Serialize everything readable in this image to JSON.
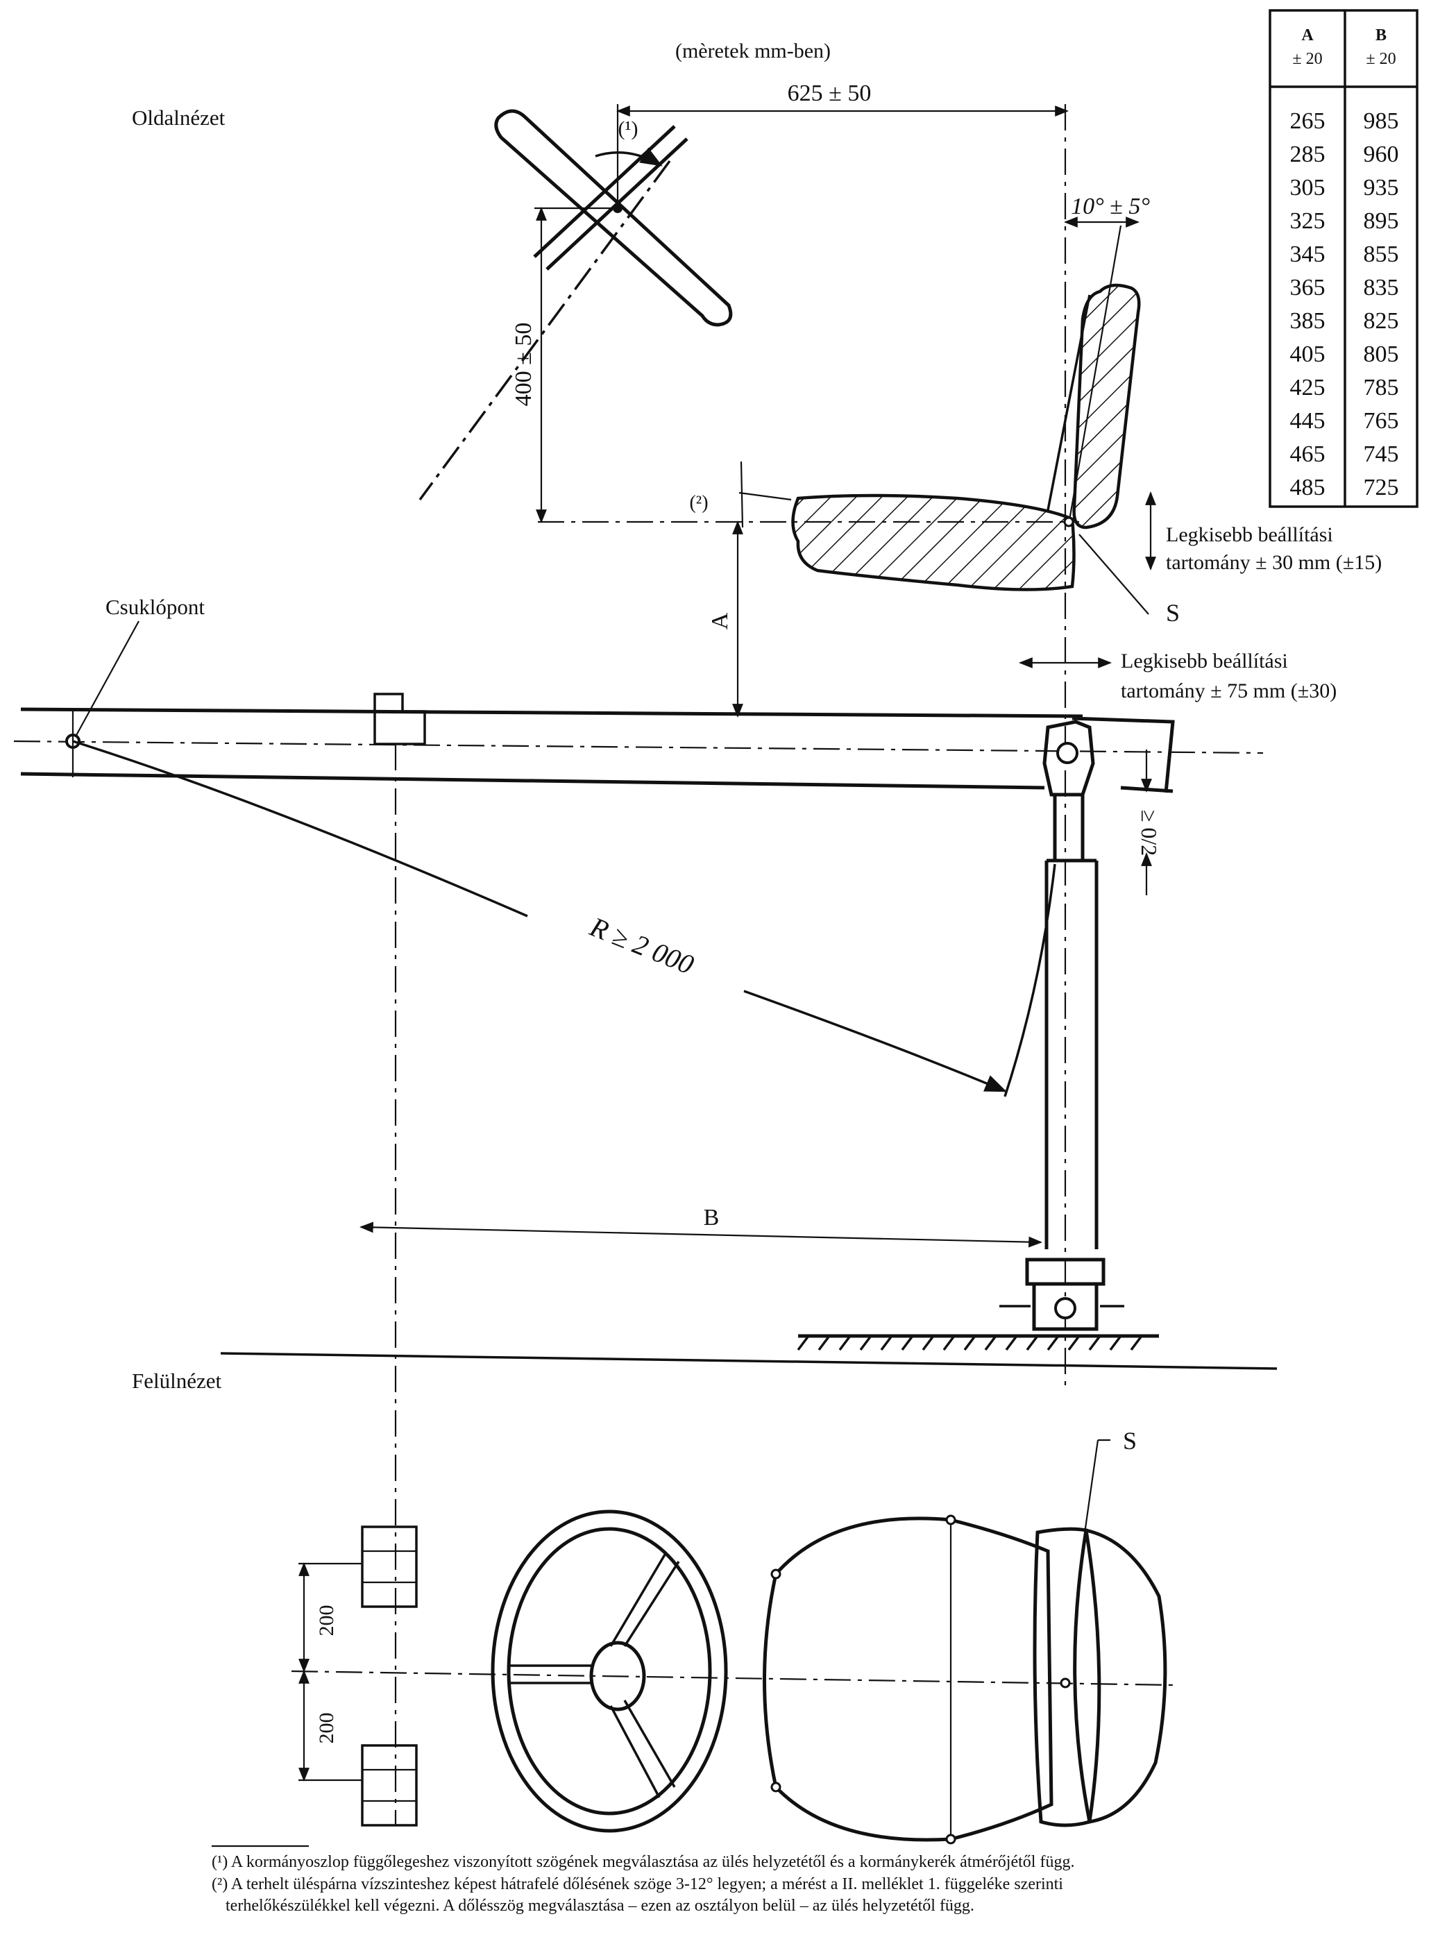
{
  "units_note": "(mèretek mm-ben)",
  "side_view_label": "Oldalnézet",
  "top_view_label": "Felülnézet",
  "pivot_label": "Csuklópont",
  "dim_horizontal": "625 ± 50",
  "dim_vertical": "400 ± 50",
  "angle_label": "10° ± 5°",
  "note1_marker": "(¹)",
  "note2_marker": "(²)",
  "seat_adjust_vertical": [
    "Legkisebb beállítási",
    "tartomány ± 30 mm (±15)"
  ],
  "seat_adjust_horizontal": [
    "Legkisebb beállítási",
    "tartomány ± 75 mm (±30)"
  ],
  "seat_point": "S",
  "seat_point_top": "S",
  "dim_a": "A",
  "dim_b": "B",
  "radius_label": "R ≥ 2 000",
  "travel_label": "≥ 0/2",
  "dim_200_upper": "200",
  "dim_200_lower": "200",
  "table": {
    "headers": [
      [
        "A",
        "± 20"
      ],
      [
        "B",
        "± 20"
      ]
    ],
    "rows": [
      [
        "265",
        "985"
      ],
      [
        "285",
        "960"
      ],
      [
        "305",
        "935"
      ],
      [
        "325",
        "895"
      ],
      [
        "345",
        "855"
      ],
      [
        "365",
        "835"
      ],
      [
        "385",
        "825"
      ],
      [
        "405",
        "805"
      ],
      [
        "425",
        "785"
      ],
      [
        "445",
        "765"
      ],
      [
        "465",
        "745"
      ],
      [
        "485",
        "725"
      ]
    ]
  },
  "footnotes": [
    "(¹) A kormányoszlop függőlegeshez viszonyított szögének megválasztása az ülés helyzetétől és a kormánykerék átmérőjétől függ.",
    "(²) A terhelt üléspárna vízszinteshez képest hátrafelé dőlésének szöge 3-12° legyen; a mérést a II. melléklet 1. függeléke szerinti",
    "terhelőkészülékkel kell végezni. A dőlésszög megválasztása – ezen az osztályon belül – az ülés helyzetétől függ."
  ]
}
